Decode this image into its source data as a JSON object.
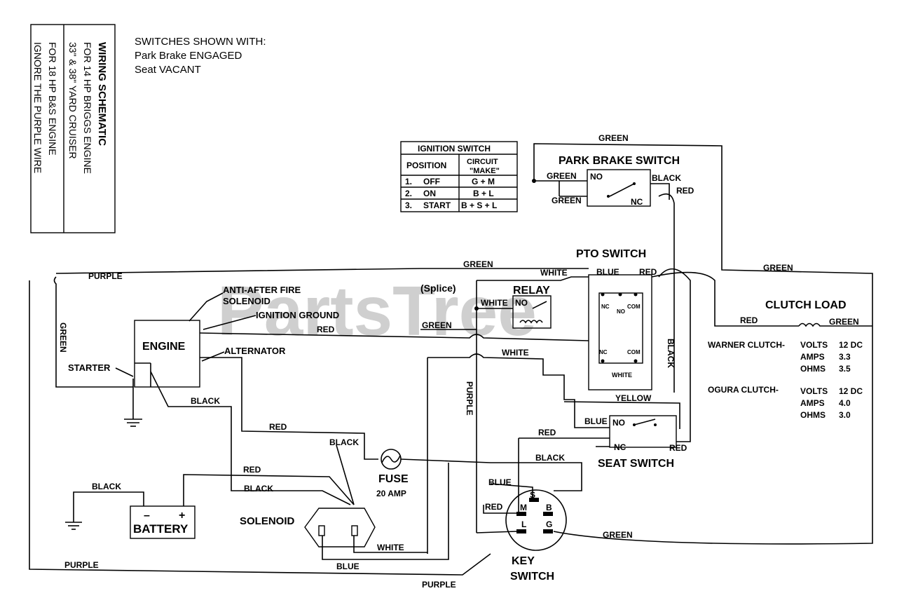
{
  "watermark": "PartsTree",
  "title_block": {
    "title": "WIRING SCHEMATIC",
    "line1": "FOR 14 HP BRIGGS ENGINE",
    "line2": "33\" & 38\" YARD CRUISER",
    "line3": "FOR 18 HP B&S ENGINE",
    "line4": "IGNORE THE PURPLE WIRE"
  },
  "switches_note": {
    "heading": "SWITCHES SHOWN WITH:",
    "line1": "Park Brake ENGAGED",
    "line2": "Seat VACANT"
  },
  "ignition_table": {
    "title": "IGNITION SWITCH",
    "col1": "POSITION",
    "col2a": "CIRCUIT",
    "col2b": "\"MAKE\"",
    "rows": [
      {
        "num": "1.",
        "pos": "OFF",
        "circuit": "G + M"
      },
      {
        "num": "2.",
        "pos": "ON",
        "circuit": "B + L"
      },
      {
        "num": "3.",
        "pos": "START",
        "circuit": "B + S + L"
      }
    ]
  },
  "components": {
    "park_brake_switch": "PARK BRAKE SWITCH",
    "pto_switch": "PTO SWITCH",
    "relay": "RELAY",
    "splice": "(Splice)",
    "engine": "ENGINE",
    "anti_after_fire_1": "ANTI-AFTER FIRE",
    "anti_after_fire_2": "SOLENOID",
    "ignition_ground": "IGNITION GROUND",
    "alternator": "ALTERNATOR",
    "starter": "STARTER",
    "battery": "BATTERY",
    "battery_minus": "–",
    "battery_plus": "+",
    "solenoid": "SOLENOID",
    "fuse": "FUSE",
    "fuse_rating": "20 AMP",
    "key_switch_1": "KEY",
    "key_switch_2": "SWITCH",
    "seat_switch": "SEAT SWITCH",
    "clutch_load": "CLUTCH LOAD"
  },
  "terminals": {
    "no": "NO",
    "nc": "NC",
    "com": "COM",
    "s": "S",
    "m": "M",
    "b": "B",
    "l": "L",
    "g": "G"
  },
  "wire_labels": {
    "green": "GREEN",
    "black": "BLACK",
    "red": "RED",
    "white": "WHITE",
    "blue": "BLUE",
    "purple": "PURPLE",
    "yellow": "YELLOW"
  },
  "clutch_specs": {
    "warner": {
      "name": "WARNER CLUTCH-",
      "volts_label": "VOLTS",
      "volts": "12 DC",
      "amps_label": "AMPS",
      "amps": "3.3",
      "ohms_label": "OHMS",
      "ohms": "3.5"
    },
    "ogura": {
      "name": "OGURA CLUTCH-",
      "volts_label": "VOLTS",
      "volts": "12 DC",
      "amps_label": "AMPS",
      "amps": "4.0",
      "ohms_label": "OHMS",
      "ohms": "3.0"
    }
  }
}
